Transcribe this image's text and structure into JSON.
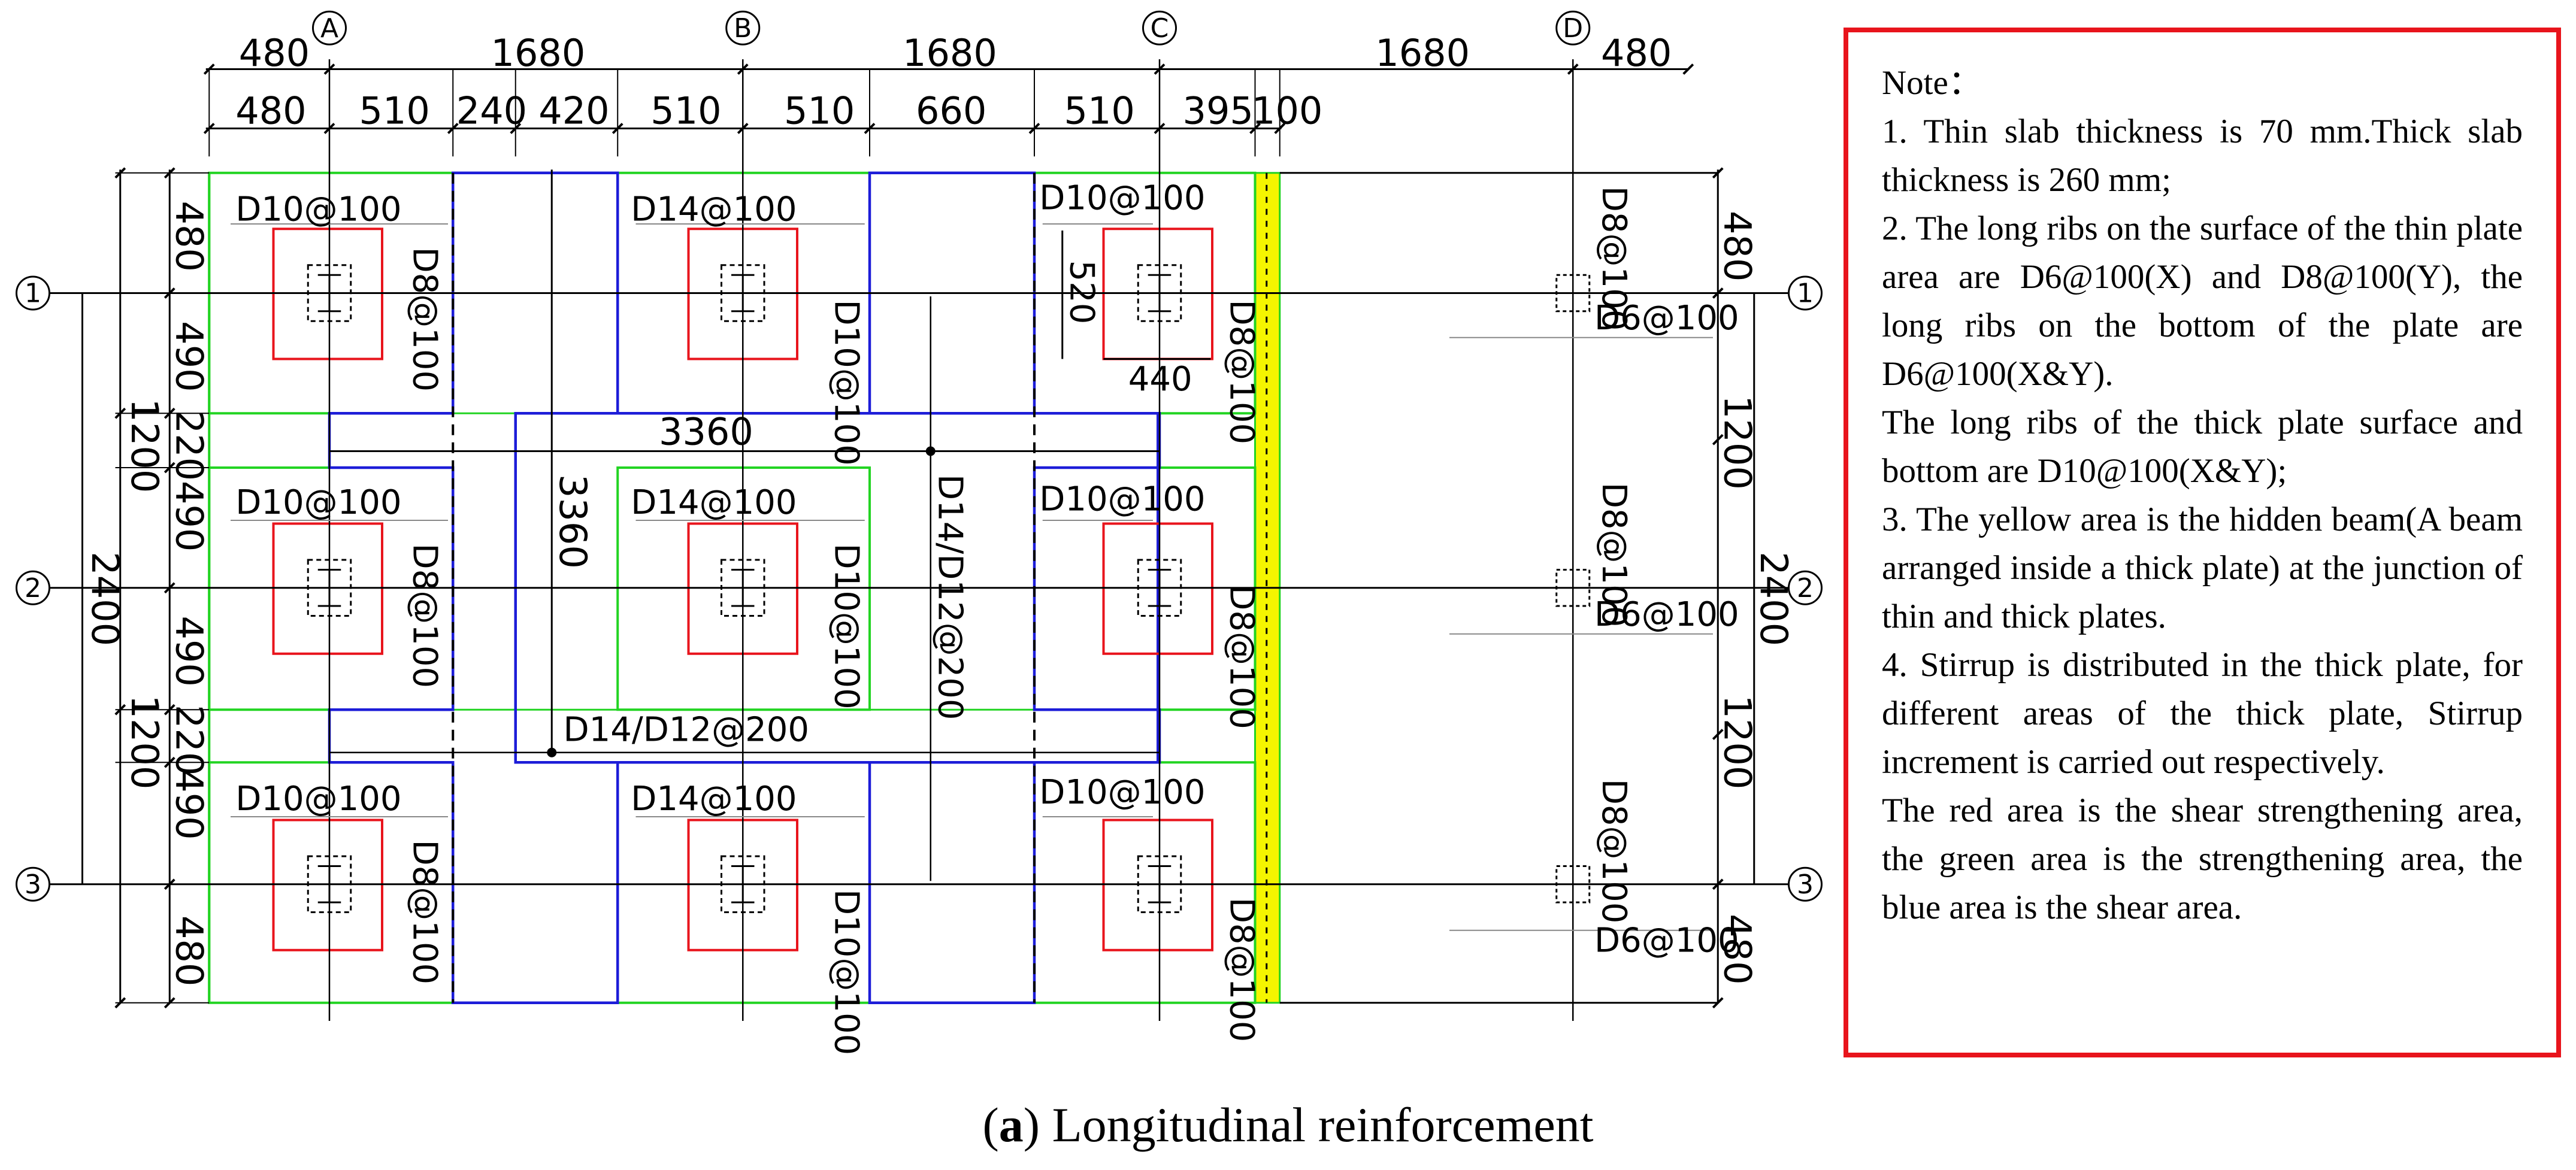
{
  "axes": {
    "columns": [
      "A",
      "B",
      "C",
      "D"
    ],
    "rows": [
      "1",
      "2",
      "3"
    ]
  },
  "top_dims_1": [
    "480",
    "1680",
    "1680",
    "1680",
    "480"
  ],
  "top_dims_2": [
    "480",
    "510",
    "240",
    "420",
    "510",
    "510",
    "660",
    "510",
    "395",
    "100"
  ],
  "left_dims": [
    "480",
    "490",
    "220",
    "490",
    "490",
    "220",
    "490",
    "480"
  ],
  "left_dims_big": [
    "1200",
    "1200"
  ],
  "total_left": "2400",
  "right_dims": [
    "480",
    "1200",
    "1200",
    "480"
  ],
  "total_right": "2400",
  "labels": {
    "d10": "D10@100",
    "d14": "D14@100",
    "d8": "D8@100",
    "d6": "D6@100",
    "d14_d12": "D14/D12@200",
    "dim_3360": "3360",
    "dim_520": "520",
    "dim_440": "440"
  },
  "colors": {
    "red": "#e8141c",
    "green": "#22d422",
    "blue": "#1c1cd8",
    "yellow": "#f5f500"
  },
  "note": {
    "title": "Note：",
    "p1": "1. Thin slab thickness is 70 mm.Thick slab thickness is 260 mm;",
    "p2": "2. The long ribs on the surface of the thin plate area are D6@100(X) and D8@100(Y), the long ribs on the bottom of the plate are D6@100(X&Y).",
    "p3": "The long ribs of the thick plate surface and bottom are D10@100(X&Y);",
    "p4": "3. The yellow area is the hidden beam(A beam arranged inside a thick plate) at the junction of thin and thick plates.",
    "p5": "4. Stirrup is distributed in the thick plate, for different areas of the thick plate, Stirrup increment is carried out respectively.",
    "p6": "The red area is the shear strengthening area, the green area is the strengthening area, the blue area is the shear area."
  },
  "caption": {
    "letter": "a",
    "text": "Longitudinal reinforcement"
  }
}
